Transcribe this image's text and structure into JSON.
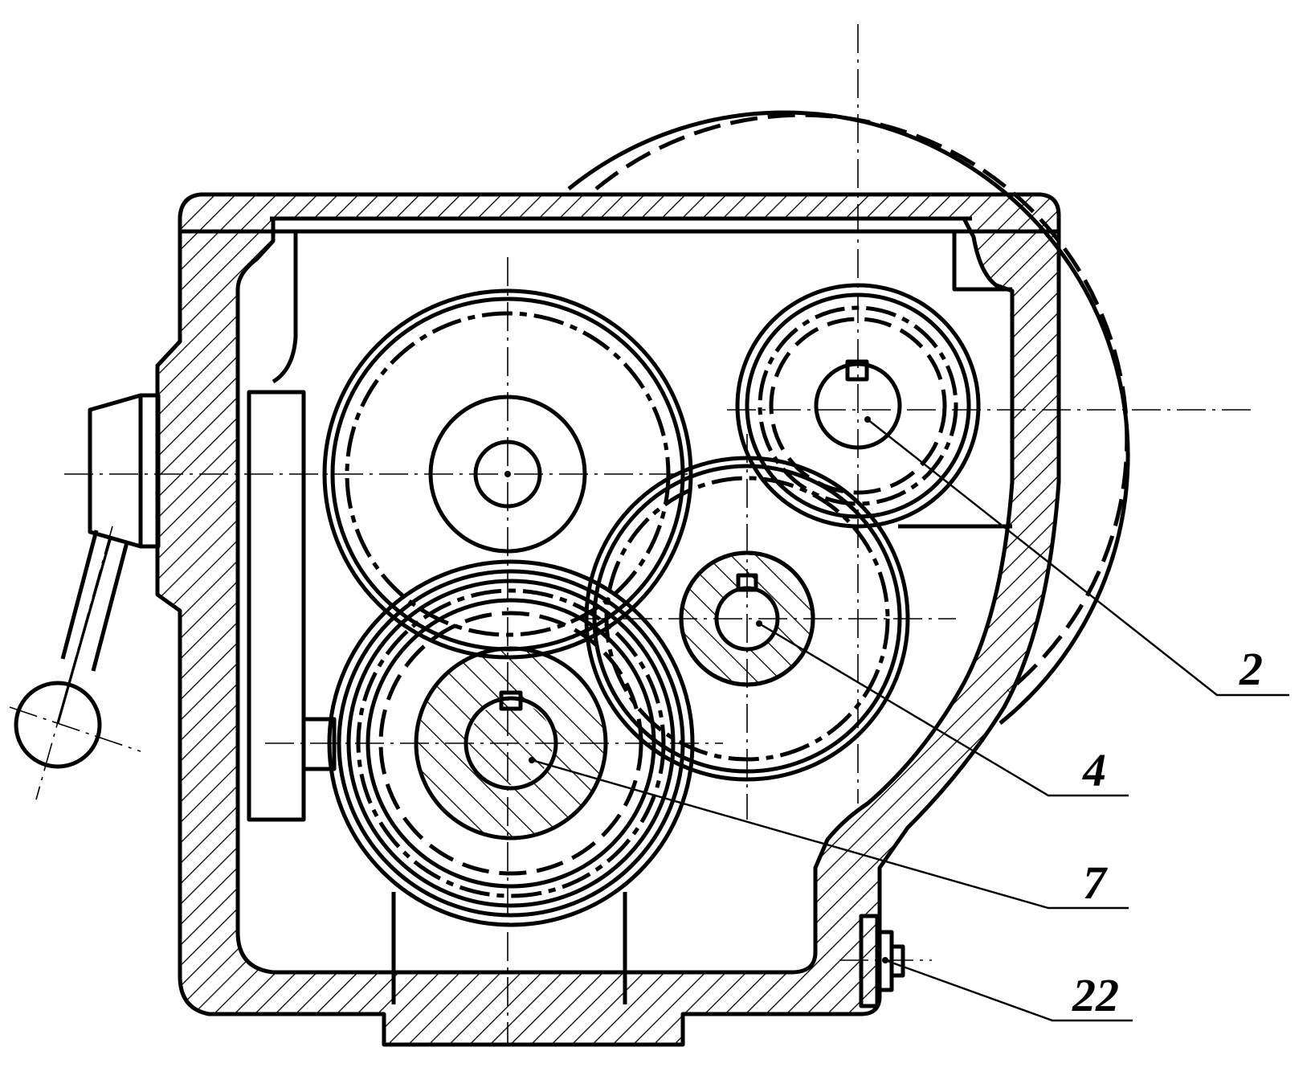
{
  "callouts": [
    {
      "id": "part-2",
      "text": "2"
    },
    {
      "id": "part-4",
      "text": "4"
    },
    {
      "id": "part-7",
      "text": "7"
    },
    {
      "id": "part-22",
      "text": "22"
    }
  ],
  "colors": {
    "line": "#000000",
    "background": "#ffffff"
  }
}
